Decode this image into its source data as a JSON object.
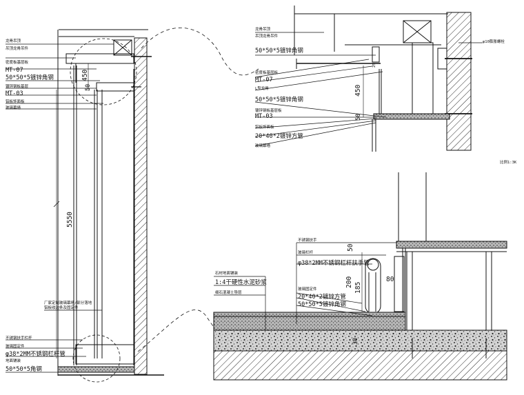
{
  "colors": {
    "ink": "#111111",
    "paper": "#ffffff",
    "gravel": "#9a9a9a"
  },
  "left_section": {
    "callouts": [
      "龙骨吊顶",
      "吊顶龙骨吊件",
      "密度板基层板",
      "MT-07",
      "50*50*5镀锌角钢",
      "镀锌钢板基层",
      "MT-03",
      "铝板饰面板",
      "玻璃幕墙"
    ],
    "middle_note_line1": "厂家定制玻璃幕墙/部分落地",
    "middle_note_line2": "铝板收边条及固定件",
    "bottom_callouts": [
      "不锈钢扶手栏杆",
      "玻璃固定件",
      "φ38*2MM不锈钢栏杆管",
      "地面铺装",
      "50*50*5角钢"
    ],
    "dims": {
      "h_total": "5550",
      "h_top": "450",
      "h_small": "50"
    }
  },
  "top_detail": {
    "callouts": [
      "龙骨吊顶",
      "吊顶龙骨吊件",
      "50*50*5镀锌角钢",
      "密度板基层板",
      "MT-07",
      "L型龙骨",
      "50*50*5镀锌角钢",
      "镀锌钢板基层板",
      "MT-03",
      "铝板饰面板",
      "20*40*2镀锌方管",
      "玻璃幕墙"
    ],
    "bolt_note": "φ10膨胀螺栓",
    "dims": {
      "d450": "450",
      "d50": "50",
      "d25": "25"
    }
  },
  "scale_note": "比例1:3K",
  "bottom_detail": {
    "callouts": [
      "不锈钢扶手",
      "玻璃栏杆",
      "φ38*2MM不锈钢栏杆扶手管",
      "石材地面铺装",
      "1:4干硬性水泥砂浆",
      "细石混凝土垫层",
      "玻璃固定件",
      "20*40*2镀锌方管",
      "50*50*5镀锌角钢"
    ],
    "dims": {
      "d50": "50",
      "d200": "200",
      "d185": "185",
      "d80": "80",
      "d30": "30"
    }
  }
}
